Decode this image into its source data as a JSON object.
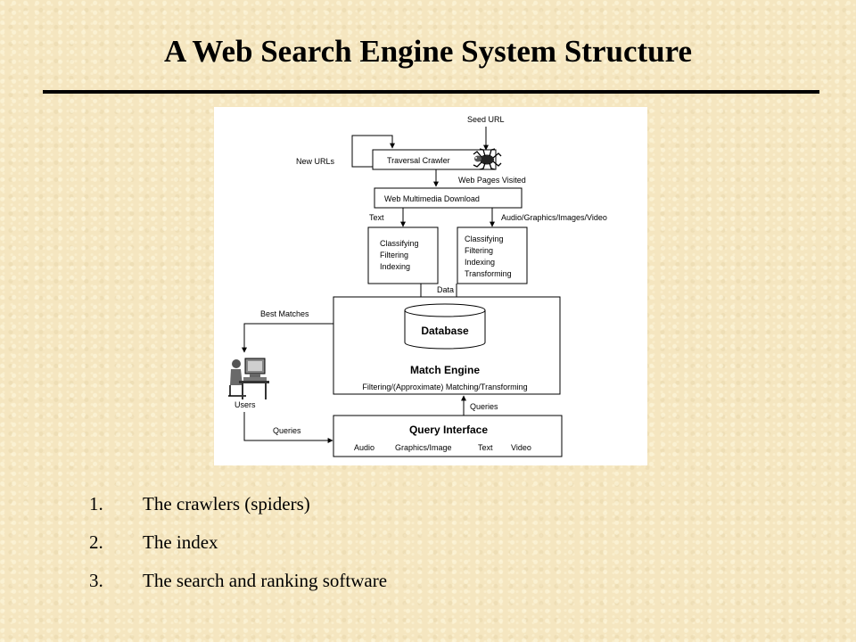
{
  "slide": {
    "title": "A Web Search Engine System Structure"
  },
  "diagram": {
    "seed_url": "Seed URL",
    "new_urls": "New URLs",
    "traversal_crawler": "Traversal Crawler",
    "web_pages_visited": "Web Pages Visited",
    "web_multimedia_download": "Web Multimedia Download",
    "text_label": "Text",
    "media_label": "Audio/Graphics/Images/Video",
    "left_box_lines": [
      "Classifying",
      "Filtering",
      "Indexing"
    ],
    "right_box_lines": [
      "Classifying",
      "Filtering",
      "Indexing",
      "Transforming"
    ],
    "data_label": "Data",
    "best_matches": "Best Matches",
    "database": "Database",
    "match_engine": "Match Engine",
    "match_engine_sub": "Filtering/(Approximate) Matching/Transforming",
    "users": "Users",
    "queries_left": "Queries",
    "queries_right": "Queries",
    "query_interface": "Query Interface",
    "query_types": [
      "Audio",
      "Graphics/Image",
      "Text",
      "Video"
    ],
    "icons": [
      "spider-icon",
      "user-at-computer-icon"
    ]
  },
  "list": [
    {
      "num": "1.",
      "text": "The crawlers (spiders)"
    },
    {
      "num": "2.",
      "text": "The index"
    },
    {
      "num": "3.",
      "text": "The search and ranking software"
    }
  ]
}
